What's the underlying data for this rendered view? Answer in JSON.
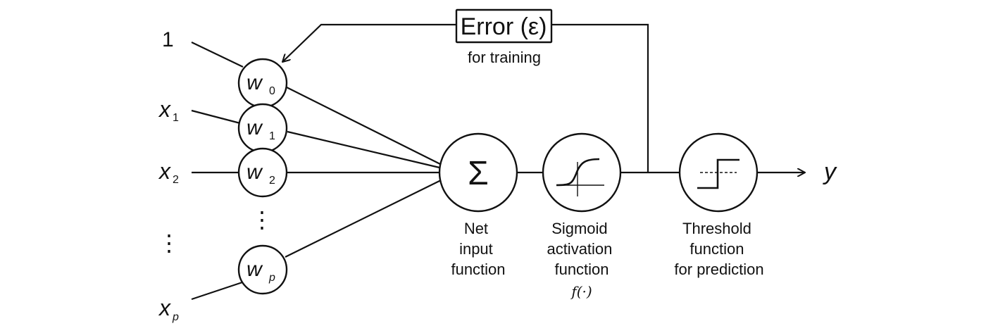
{
  "inputs": {
    "bias": "1",
    "x1": {
      "base": "x",
      "sub": "1"
    },
    "x2": {
      "base": "x",
      "sub": "2"
    },
    "xp": {
      "base": "x",
      "sub": "p"
    },
    "ellipsis": "⋮"
  },
  "weights": {
    "w0": {
      "base": "w",
      "sub": "0"
    },
    "w1": {
      "base": "w",
      "sub": "1"
    },
    "w2": {
      "base": "w",
      "sub": "2"
    },
    "wp": {
      "base": "w",
      "sub": "p"
    },
    "ellipsis": "⋮"
  },
  "error_box": {
    "label": "Error (ε)",
    "caption": "for training"
  },
  "net_input": {
    "symbol": "Σ",
    "caption_lines": [
      "Net",
      "input",
      "function"
    ]
  },
  "activation": {
    "caption_lines": [
      "Sigmoid",
      "activation",
      "function"
    ],
    "notation": "f(·)"
  },
  "threshold": {
    "caption_lines": [
      "Threshold",
      "function",
      "for prediction"
    ]
  },
  "output": {
    "label": "y"
  }
}
